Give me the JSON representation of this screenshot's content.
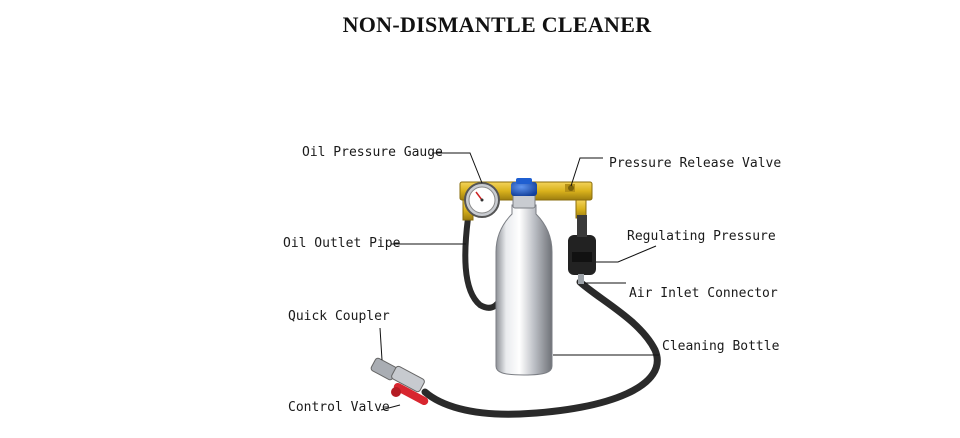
{
  "title": "NON-DISMANTLE CLEANER",
  "labels": {
    "oil_pressure_gauge": "Oil Pressure Gauge",
    "pressure_release_valve": "Pressure Release Valve",
    "oil_outlet_pipe": "Oil Outlet Pipe",
    "regulating_pressure": "Regulating Pressure",
    "air_inlet_connector": "Air Inlet Connector",
    "quick_coupler": "Quick Coupler",
    "cleaning_bottle": "Cleaning Bottle",
    "control_valve": "Control Valve"
  },
  "colors": {
    "manifold": "#d9b21c",
    "cap": "#1f5fd1",
    "valve_handle": "#d8262f",
    "hose": "#2a2a2a",
    "bottle": "#c9ccd1"
  }
}
